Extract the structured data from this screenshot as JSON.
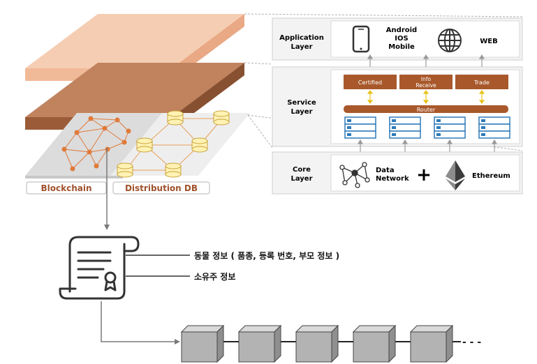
{
  "colors": {
    "top_layer": "#f5cdb3",
    "top_layer_front": "#f0b997",
    "mid_layer": "#c0835e",
    "mid_layer_front": "#9b5b38",
    "service_block": "#a8582b",
    "node_orange": "#e07a3a",
    "db_yellow": "#fff2b3",
    "server_blue": "#2e7ab8",
    "panel_bg": "#f3f3f3",
    "panel_inner": "#ffffff"
  },
  "left": {
    "blockchain_label": "Blockchain",
    "distribution_label": "Distribution DB"
  },
  "panels": {
    "application": {
      "label_line1": "Application",
      "label_line2": "Layer",
      "mobile_line1": "Android",
      "mobile_line2": "IOS",
      "mobile_line3": "Mobile",
      "web": "WEB"
    },
    "service": {
      "label_line1": "Service",
      "label_line2": "Layer",
      "boxes": [
        {
          "line1": "Certified",
          "line2": ""
        },
        {
          "line1": "Info",
          "line2": "Receive"
        },
        {
          "line1": "Trade",
          "line2": ""
        }
      ],
      "router": "Router"
    },
    "core": {
      "label_line1": "Core",
      "label_line2": "Layer",
      "data_line1": "Data",
      "data_line2": "Network",
      "plus": "+",
      "ethereum": "Ethereum"
    }
  },
  "certificate": {
    "animal_info": "동물 정보 ( 품종, 등록 번호, 부모 정보 )",
    "owner_info": "소유주 정보"
  },
  "chain": {
    "block_count": 5,
    "ellipsis": "- - -"
  }
}
